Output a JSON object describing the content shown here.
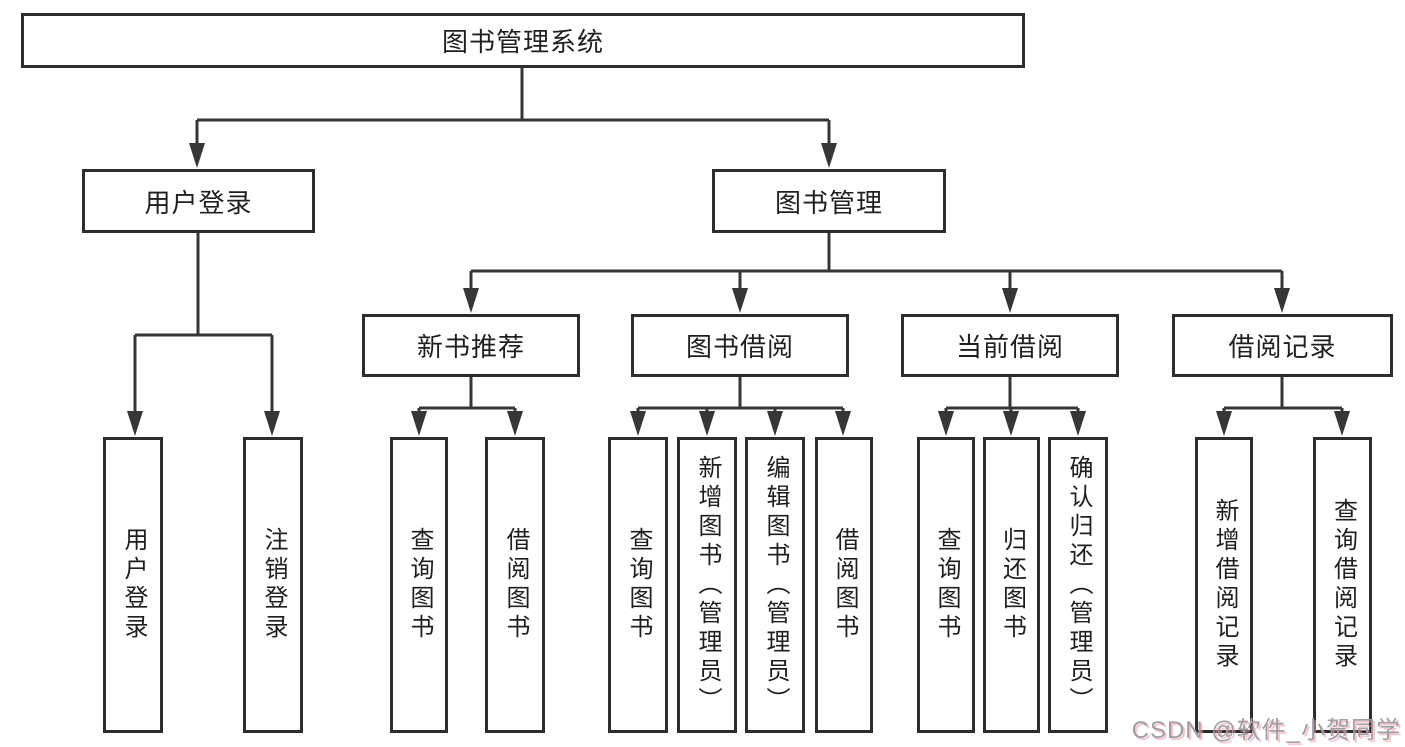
{
  "diagram": {
    "title": "图书管理系统",
    "colors": {
      "line": "#363636",
      "box_border": "#2d2d2d",
      "box_background": "#ffffff",
      "text": "#1f1f1f",
      "page_background": "#ffffff"
    },
    "root": {
      "label": "图书管理系统"
    },
    "branches": [
      {
        "label": "用户登录",
        "children": [
          {
            "label": "用户登录"
          },
          {
            "label": "注销登录"
          }
        ]
      },
      {
        "label": "图书管理",
        "children": [
          {
            "label": "新书推荐",
            "children": [
              {
                "label": "查询图书"
              },
              {
                "label": "借阅图书"
              }
            ]
          },
          {
            "label": "图书借阅",
            "children": [
              {
                "label": "查询图书"
              },
              {
                "label": "新增图书（管理员）"
              },
              {
                "label": "编辑图书（管理员）"
              },
              {
                "label": "借阅图书"
              }
            ]
          },
          {
            "label": "当前借阅",
            "children": [
              {
                "label": "查询图书"
              },
              {
                "label": "归还图书"
              },
              {
                "label": "确认归还（管理员）"
              }
            ]
          },
          {
            "label": "借阅记录",
            "children": [
              {
                "label": "新增借阅记录"
              },
              {
                "label": "查询借阅记录"
              }
            ]
          }
        ]
      }
    ]
  },
  "watermark": {
    "text": "CSDN @软件_小贺同学",
    "color": "#9e9ea3",
    "shadow_color": "#f096a0"
  }
}
